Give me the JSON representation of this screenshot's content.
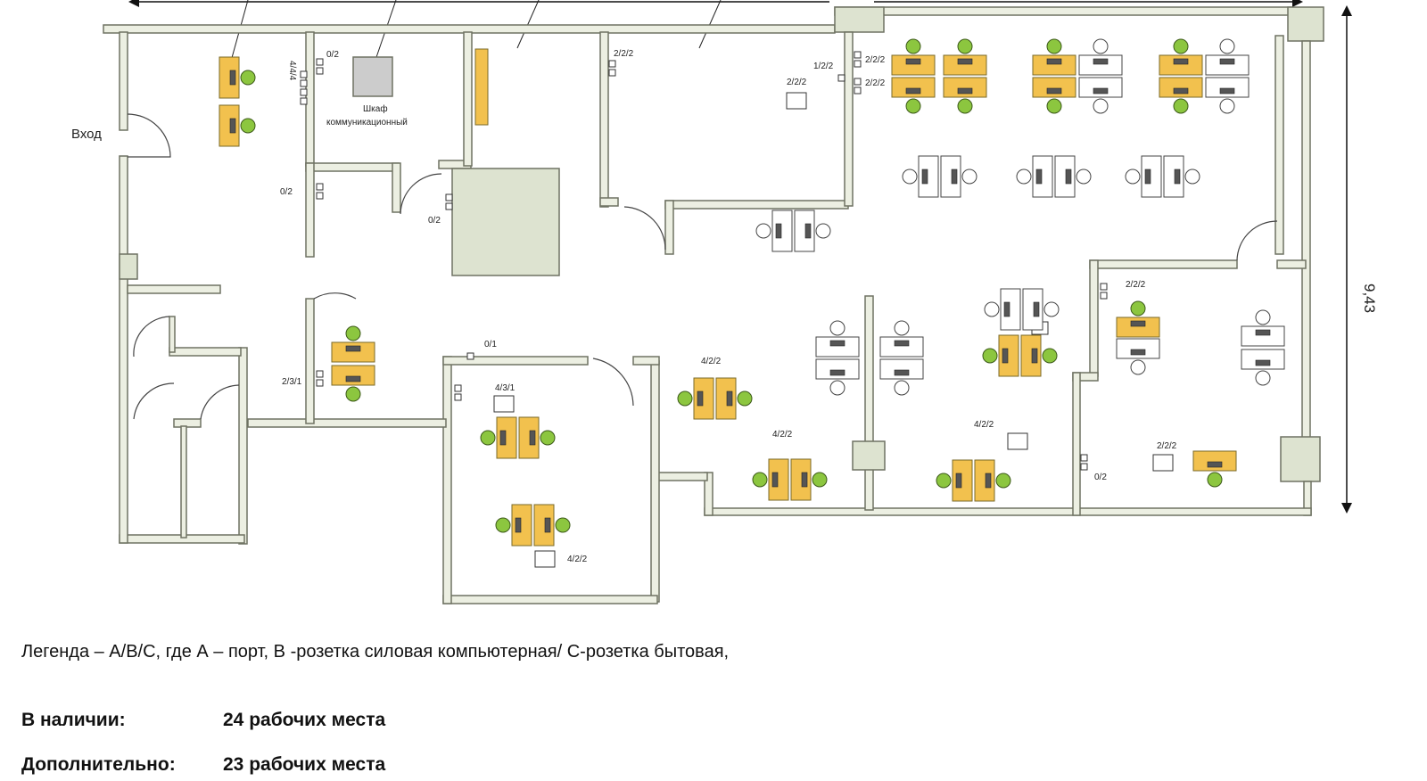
{
  "plan": {
    "entrance_label": "Вход",
    "cabinet_label_line1": "Шкаф",
    "cabinet_label_line2": "коммуникационный",
    "dimension_label": "9,43",
    "socket_labels": {
      "s_44": "4/4/4",
      "s_02_top": "0/2",
      "s_02_mid": "0/2",
      "s_02_door": "0/2",
      "s_222_a": "2/2/2",
      "s_122": "1/2/2",
      "s_222_b": "2/2/2",
      "s_222_c": "2/2/2",
      "s_222_d": "2/2/2",
      "s_231": "2/3/1",
      "s_01": "0/1",
      "s_431": "4/3/1",
      "s_422_a": "4/2/2",
      "s_422_b": "4/2/2",
      "s_422_c": "4/2/2",
      "s_422_d": "4/2/2",
      "s_222_e": "2/2/2",
      "s_222_f": "2/2/2",
      "s_02_right": "0/2"
    }
  },
  "legend": {
    "text": "Легенда – А/В/С, где А – порт, В -розетка силовая компьютерная/ С-розетка бытовая,"
  },
  "summary": {
    "available_label": "В наличии:",
    "available_value": "24 рабочих места",
    "additional_label": "Дополнительно:",
    "additional_value": "23 рабочих места"
  },
  "colors": {
    "existing_desk": "#f2c14e",
    "planned_desk": "#ffffff",
    "existing_chair": "#8cc63f",
    "wall": "#ecefe2"
  }
}
